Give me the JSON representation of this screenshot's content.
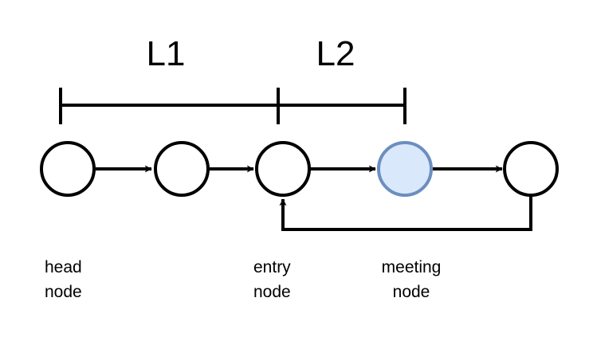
{
  "segments": {
    "l1_label": "L1",
    "l2_label": "L2"
  },
  "nodes": [
    {
      "id": "n1",
      "highlighted": false
    },
    {
      "id": "n2",
      "highlighted": false
    },
    {
      "id": "n3",
      "highlighted": false
    },
    {
      "id": "n4",
      "highlighted": true
    },
    {
      "id": "n5",
      "highlighted": false
    }
  ],
  "captions": {
    "head": {
      "line1": "head",
      "line2": "node"
    },
    "entry": {
      "line1": "entry",
      "line2": "node"
    },
    "meeting": {
      "line1": "meeting",
      "line2": "node"
    }
  },
  "colors": {
    "stroke": "#000000",
    "node_fill": "#ffffff",
    "highlight_fill": "#dae8fc",
    "highlight_stroke": "#6c8ebf"
  }
}
